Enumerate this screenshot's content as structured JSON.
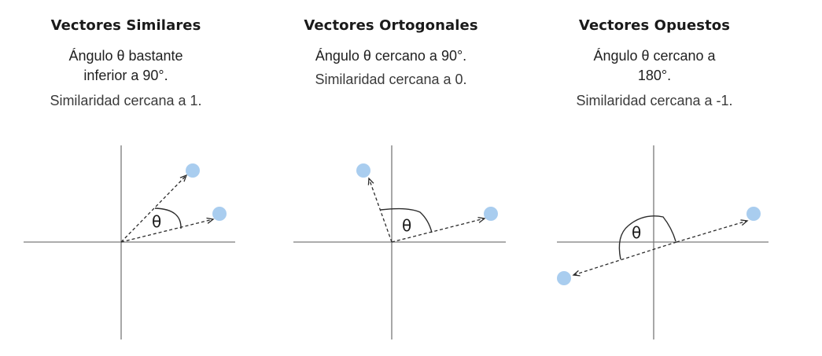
{
  "panels": [
    {
      "title": "Vectores Similares",
      "angle_lines": [
        "Ángulo θ bastante",
        "inferior a 90°."
      ],
      "similarity": "Similaridad cercana a 1.",
      "theta_label": "θ"
    },
    {
      "title": "Vectores Ortogonales",
      "angle_lines": [
        "Ángulo θ cercano a 90°."
      ],
      "similarity": "Similaridad cercana a 0.",
      "theta_label": "θ"
    },
    {
      "title": "Vectores Opuestos",
      "angle_lines": [
        "Ángulo θ cercano a",
        "180°."
      ],
      "similarity": "Similaridad cercana a -1.",
      "theta_label": "θ"
    }
  ],
  "colors": {
    "point": "#a9cdef",
    "axis": "#7a7a7a",
    "vector": "#2b2b2b"
  }
}
